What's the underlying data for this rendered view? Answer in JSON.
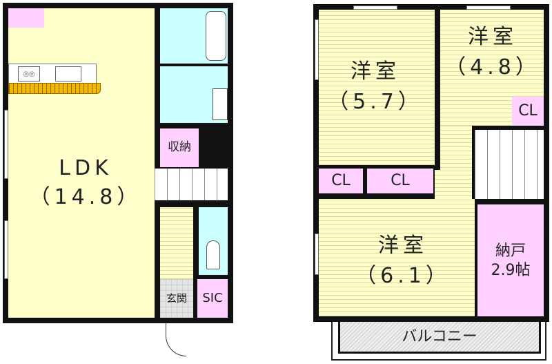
{
  "floor1": {
    "rooms": {
      "ldk": {
        "name": "LDK",
        "size": "（14.8）"
      },
      "storage": {
        "name": "収納"
      },
      "entrance": {
        "name": "玄関"
      },
      "sic": {
        "name": "SIC"
      }
    }
  },
  "floor2": {
    "rooms": {
      "western1": {
        "name": "洋室",
        "size": "（5.7）"
      },
      "western2": {
        "name": "洋室",
        "size": "（4.8）"
      },
      "western3": {
        "name": "洋室",
        "size": "（6.1）"
      },
      "cl1": {
        "name": "CL"
      },
      "cl2": {
        "name": "CL"
      },
      "cl3": {
        "name": "CL"
      },
      "closet": {
        "name": "納戸",
        "size": "2.9帖"
      },
      "balcony": {
        "name": "バルコニー"
      }
    }
  },
  "colors": {
    "wall": "#111111",
    "ldk": "#ffffcc",
    "water": "#ccffff",
    "storage": "#ffccff",
    "counter": "#f5b800"
  }
}
